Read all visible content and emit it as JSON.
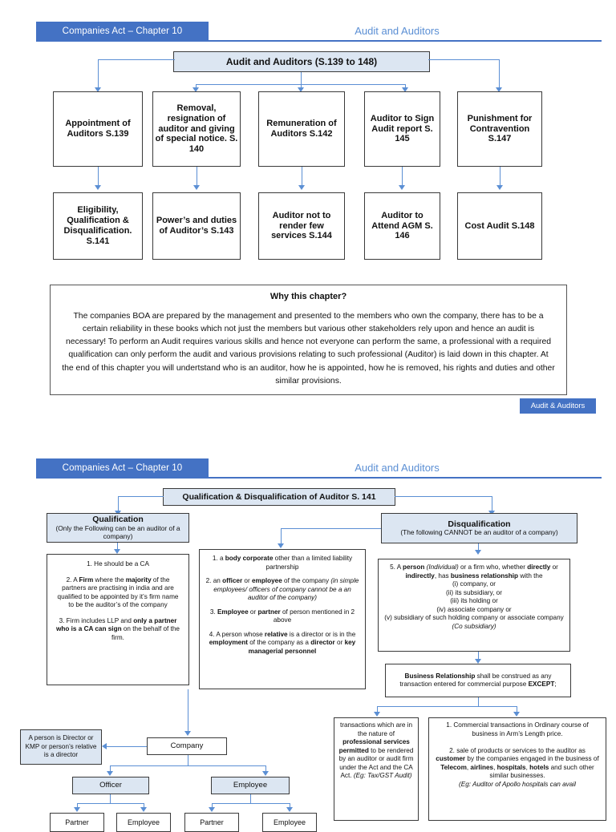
{
  "slide1": {
    "header": {
      "tab": "Companies Act – Chapter 10",
      "title": "Audit and Auditors"
    },
    "root": "Audit and Auditors (S.139 to 148)",
    "row1": [
      {
        "name": "appointment-of-auditors",
        "text": "Appointment of Auditors S.139"
      },
      {
        "name": "removal-resignation",
        "text": "Removal, resignation of auditor and giving of special notice. S. 140"
      },
      {
        "name": "remuneration-of-auditors",
        "text": "Remuneration of Auditors S.142"
      },
      {
        "name": "auditor-to-sign-audit-report",
        "text": "Auditor to Sign Audit report S. 145"
      },
      {
        "name": "punishment-for-contravention",
        "text": "Punishment for Contravention S.147"
      }
    ],
    "row2": [
      {
        "name": "eligibility-qualification",
        "text": "Eligibility, Qualification & Disqualification. S.141"
      },
      {
        "name": "powers-and-duties",
        "text": "Power’s and duties of Auditor’s S.143"
      },
      {
        "name": "auditor-not-to-render",
        "text": "Auditor not to render few services S.144"
      },
      {
        "name": "auditor-to-attend-agm",
        "text": "Auditor to Attend AGM S. 146"
      },
      {
        "name": "cost-audit",
        "text": "Cost Audit S.148"
      }
    ],
    "why": {
      "title": "Why this chapter?",
      "body": "The companies BOA are prepared by the management and presented to the members who own the company, there has to be a certain reliability in these books which not just the members but various other stakeholders rely upon and hence an audit is necessary! To perform an Audit requires various skills and hence not everyone can perform the same, a professional with a required qualification can only perform the audit and various provisions relating to such professional (Auditor) is laid down in this chapter. At the end of this chapter you will undertstand who is an auditor, how he is appointed, how he is removed, his rights and duties and other similar provisions."
    },
    "badge": "Audit & Auditors"
  },
  "slide2": {
    "header": {
      "tab": "Companies Act – Chapter 10",
      "title": "Audit and Auditors"
    },
    "root": "Qualification & Disqualification of Auditor S. 141",
    "qualification": {
      "title": "Qualification",
      "subtitle": "(Only the Following can be an auditor of a company)"
    },
    "disqualification": {
      "title": "Disqualification",
      "subtitle": "(The following CANNOT be an auditor of a company)"
    },
    "qualification_list": [
      "1. He should be a CA",
      "2. A <b>Firm</b> where the <b>majority</b> of the partners are practising in india and are qualified to be appointed by it’s firm name to be the auditor’s of the company",
      "3. Firm includes LLP and <b>only a partner who is a CA can sign</b> on the behalf of the firm."
    ],
    "disqualification_list": [
      "1. a <b>body corporate</b> other than a limited liability partnership",
      "2. an <b>officer</b> or <b>employee</b> of the  company <i>(in simple employees/ officers of company cannot be a an auditor of the company)</i>",
      "3. <b>Employee</b> or <b>partner</b> of person mentioned in 2 above",
      "4. A person whose <b>relative</b> is a director or is in the <b>employment</b> of the company as a <b>director</b> or <b>key managerial personnel</b>"
    ],
    "business_relationship_box": "5. A <b>person</b> <i>(Individual)</i> or a firm who, whether <b>directly</b> or <b>indirectly</b>, has <b>business relationship</b> with the<br>(i) company, or<br>(ii) its subsidiary, or<br>(iii) its holding or<br>(iv) associate company or<br>(v) subsidiary of such holding company or associate company <i>(Co subsidiary)</i>",
    "business_relationship_def": "<b>Business Relationship</b> shall be construed as any transaction entered for commercial purpose <b>EXCEPT</b>;",
    "exception_1": "transactions which are in the nature of <b>professional services permitted</b> to be rendered by an auditor or audit firm under the Act and the CA Act. <i>(Eg: Tax/GST Audit)</i>",
    "exception_2": "1. Commercial transactions in Ordinary course of business in Arm’s Length price.<br><br>2. sale of products or services to the auditor as <b>customer</b> by the companies engaged in the business of <b>Telecom</b>, <b>airlines</b>, <b>hospitals</b>, <b>hotels</b> and such other similar  businesses.<br><i>(Eg: Auditor of Apollo hospitals can avail</i>",
    "note_box": "A person is Director or KMP or person’s relative is a director",
    "company": "Company",
    "officer": "Officer",
    "employee": "Employee",
    "leaves": [
      "Partner",
      "Employee",
      "Partner",
      "Employee"
    ]
  }
}
